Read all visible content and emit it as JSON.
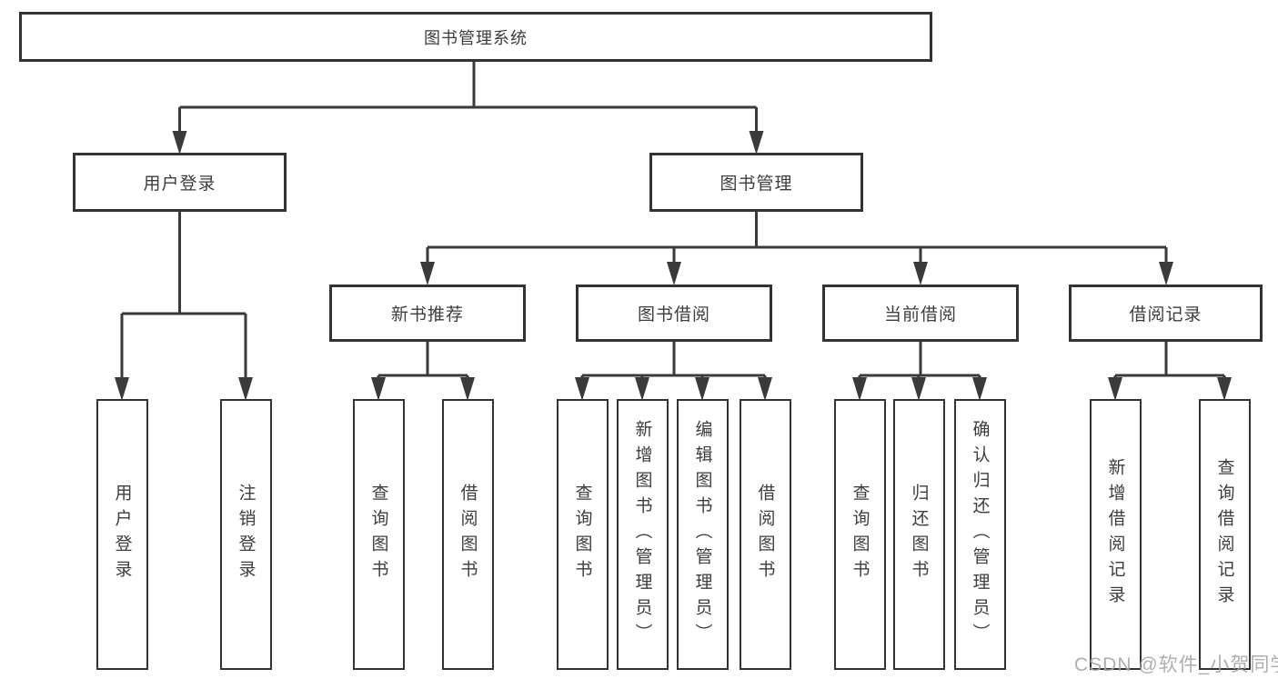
{
  "diagram": {
    "root": {
      "label": "图书管理系统"
    },
    "user_branch": {
      "label": "用户登录",
      "children": [
        {
          "label": "用户登录"
        },
        {
          "label": "注销登录"
        }
      ]
    },
    "book_branch": {
      "label": "图书管理",
      "sections": [
        {
          "label": "新书推荐",
          "children": [
            {
              "label": "查询图书"
            },
            {
              "label": "借阅图书"
            }
          ]
        },
        {
          "label": "图书借阅",
          "children": [
            {
              "label": "查询图书"
            },
            {
              "label": "新增图书（管理员）"
            },
            {
              "label": "编辑图书（管理员）"
            },
            {
              "label": "借阅图书"
            }
          ]
        },
        {
          "label": "当前借阅",
          "children": [
            {
              "label": "查询图书"
            },
            {
              "label": "归还图书"
            },
            {
              "label": "确认归还（管理员）"
            }
          ]
        },
        {
          "label": "借阅记录",
          "children": [
            {
              "label": "新增借阅记录"
            },
            {
              "label": "查询借阅记录"
            }
          ]
        }
      ]
    },
    "colors": {
      "line": "#3a3a3a",
      "box_border": "#333333",
      "text": "#3d3d3d",
      "background": "#ffffff",
      "watermark": "#a6a6a6"
    }
  },
  "watermark": {
    "text": "CSDN @软件_小贺同学"
  }
}
